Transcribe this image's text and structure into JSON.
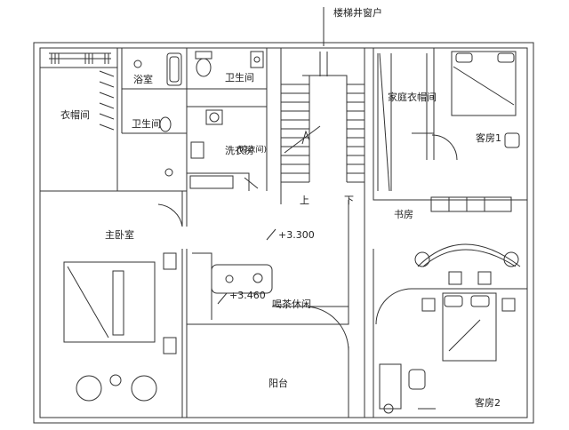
{
  "labels": {
    "stair_window": "楼梯井窗户",
    "walk_in_closet": "衣帽间",
    "shower_room": "浴室",
    "bathroom_upper": "卫生间",
    "bathroom_left": "卫生间",
    "laundry": "洗衣房",
    "laundry_sub": "(晾衣间)",
    "family_closet": "家庭衣帽间",
    "guest_room_1": "客房1",
    "stairs_up": "上",
    "stairs_down": "下",
    "study": "书房",
    "master_bedroom": "主卧室",
    "level_main": "+3.300",
    "level_tea": "+3.460",
    "tea_lounge": "喝茶休闲",
    "balcony": "阳台",
    "guest_room_2": "客房2"
  }
}
